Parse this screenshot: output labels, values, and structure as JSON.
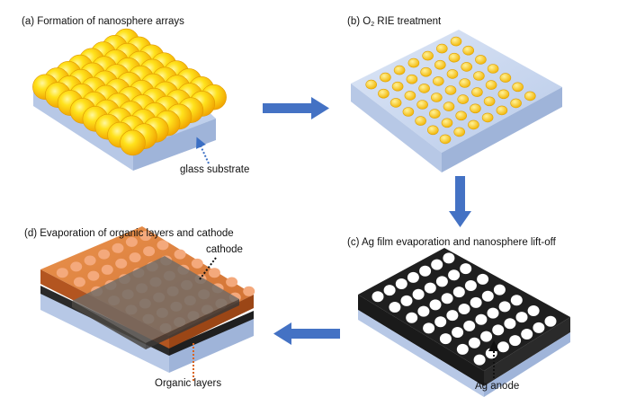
{
  "panels": {
    "a": {
      "title": "(a) Formation of nanosphere arrays",
      "callout": "glass substrate"
    },
    "b": {
      "title_prefix": "(b) O",
      "title_sub": "2",
      "title_suffix": " RIE treatment"
    },
    "c": {
      "title": "(c) Ag film evaporation and nanosphere lift-off",
      "callout": "Ag anode"
    },
    "d": {
      "title": "(d) Evaporation of organic layers and cathode",
      "callout_cathode": "cathode",
      "callout_organic": "Organic layers"
    }
  },
  "colors": {
    "glass": "#c3d3ec",
    "glass_side_front": "#b7c8e6",
    "glass_side_right": "#9fb4d9",
    "sphere": "#ffd21a",
    "sphere_dark": "#f4a000",
    "ag": "#1e1e1e",
    "hole": "#ffffff",
    "organic": "#e07a2e",
    "organic_dark": "#a9521a",
    "cathode": "#6f6a66",
    "arrow": "#4472c4",
    "callout_blue": "#3b6fc4",
    "callout_black": "#111111",
    "callout_orange": "#d9641c"
  },
  "grid": {
    "spheres_a": 8,
    "dots_b": 7,
    "holes_c": 7,
    "holes_d": 7
  }
}
